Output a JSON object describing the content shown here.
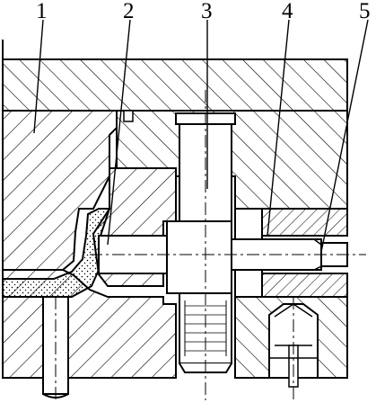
{
  "figure": {
    "callouts": [
      "1",
      "2",
      "3",
      "4",
      "5"
    ]
  }
}
